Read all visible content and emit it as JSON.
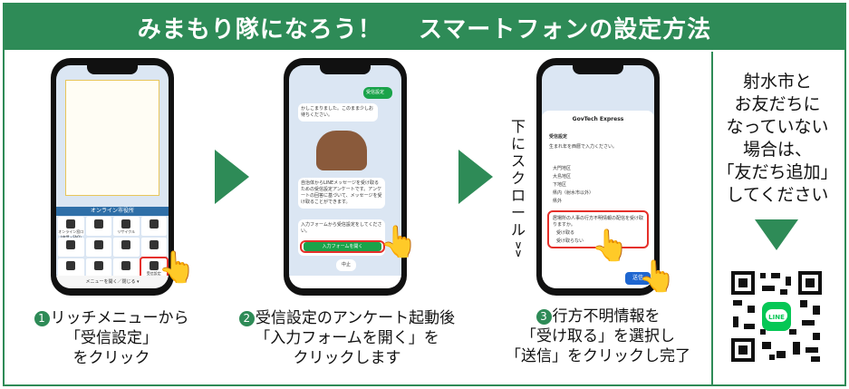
{
  "header": {
    "title_left": "みまもり隊になろう！",
    "title_right": "スマートフォンの設定方法"
  },
  "steps": [
    {
      "number": "1",
      "caption": "リッチメニューから\n「受信設定」\nをクリック"
    },
    {
      "number": "2",
      "caption": "受信設定のアンケート起動後\n「入力フォームを開く」を\nクリックします"
    },
    {
      "number": "3",
      "caption": "行方不明情報を\n「受け取る」を選択し\n「送信」をクリックし完了"
    }
  ],
  "scroll_hint": "下にスクロール",
  "friend_note": "射水市と\nお友だちに\nなっていない\n場合は、\n「友だち追加」\nしてください",
  "phone1": {
    "menu_title": "オンライン市役所",
    "menu_items": [
      "オンライン窓口(申請・FAQ)",
      "",
      "リサイクル",
      "",
      "",
      "",
      "",
      "",
      "",
      "",
      "",
      "受信設定"
    ],
    "bottom_bar": "メニューを開く／閉じる ▾"
  },
  "phone2": {
    "badge": "受信設定",
    "msg1": "かしこまりました。このまま少しお待ちください。",
    "msg2": "自治体からLINEメッセージを受け取るための受信設定アンケートです。アンケートの回答に基づいて、メッセージを受け取ることができます。",
    "msg3": "入力フォームから受信設定をしてください。",
    "open_form": "入力フォームを開く",
    "chip": "中止"
  },
  "phone3": {
    "sheet_title": "GovTech Express",
    "section": "受信設定",
    "question1": "生まれ年を西暦で入力ください。",
    "areas": [
      "大門地区",
      "大島地区",
      "下地区",
      "県内（射水市以外）",
      "県外"
    ],
    "question2": "居場所の人事の行方不明情報の配信を受け取りますか。",
    "options": [
      "受け取る",
      "受け取らない"
    ],
    "send": "送信"
  },
  "colors": {
    "brand": "#2e8b57",
    "highlight": "#e5302a",
    "send": "#1e66d0"
  }
}
